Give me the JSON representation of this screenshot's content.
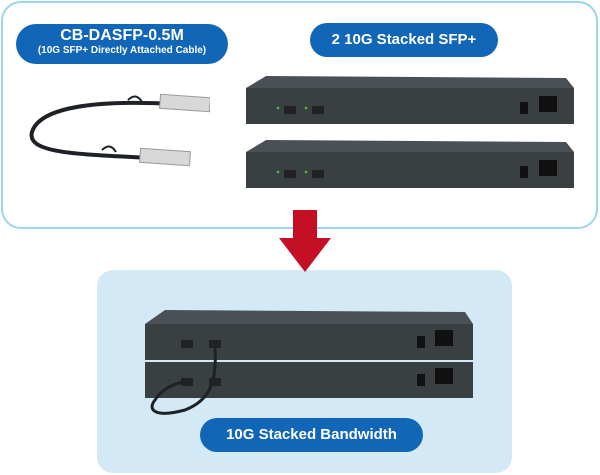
{
  "cable_label": {
    "title": "CB-DASFP-0.5M",
    "subtitle": "(10G SFP+ Directly Attached Cable)"
  },
  "stack_label": "2 10G Stacked SFP+",
  "bandwidth_label": "10G Stacked Bandwidth",
  "colors": {
    "pill_blue": "#1166b8",
    "panel_border": "#9dd4ee",
    "bottom_panel_bg": "#d3e9f5",
    "arrow_red": "#c40f24",
    "switch_body": "#3a3f42"
  },
  "icons": {
    "cable": "sfp-dac-cable-icon",
    "switch": "network-switch-rear-icon",
    "arrow": "arrow-down-icon"
  }
}
